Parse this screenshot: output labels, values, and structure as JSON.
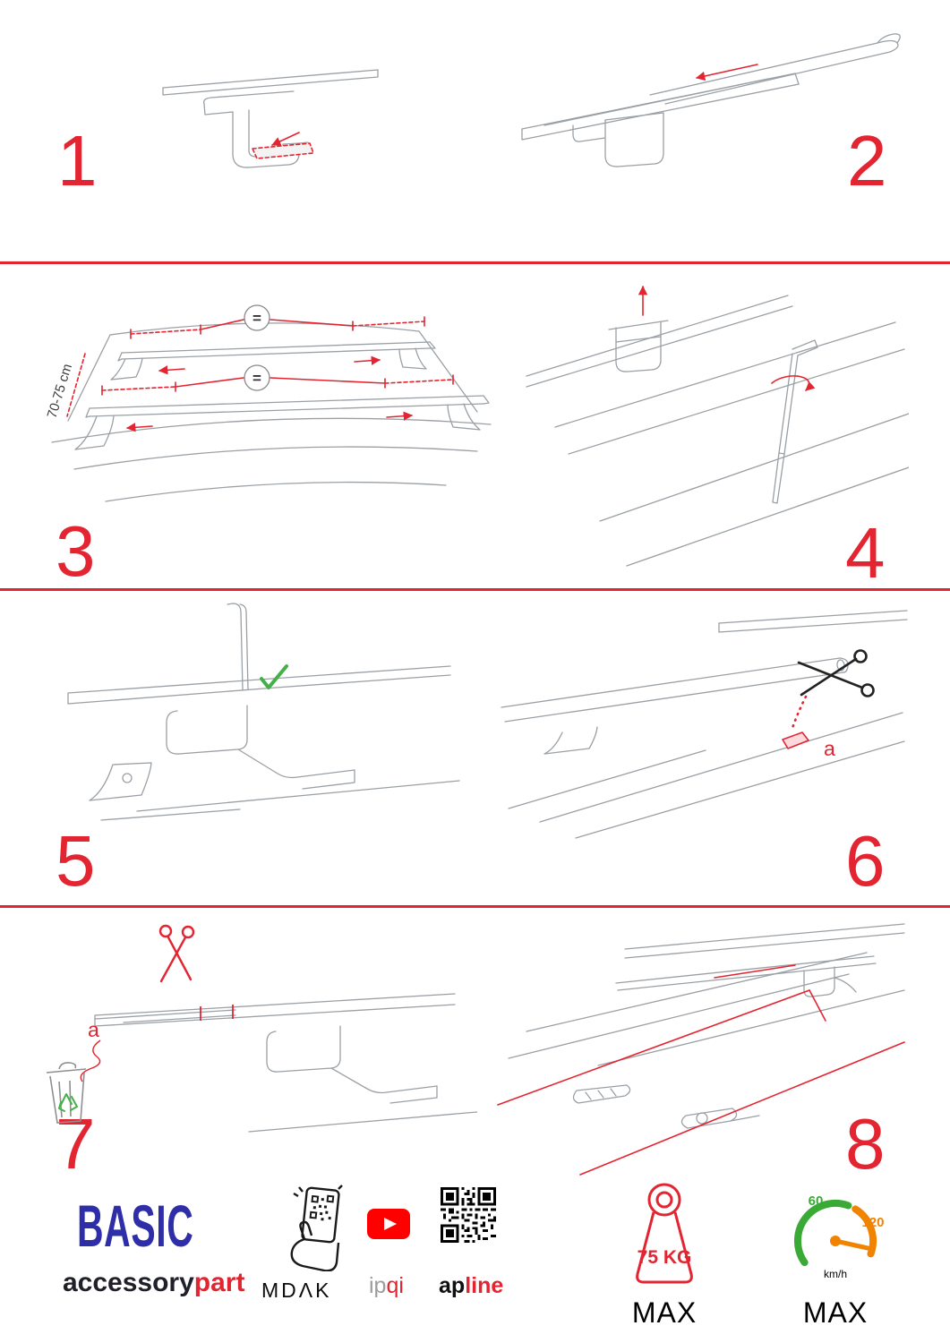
{
  "meta": {
    "accent_red": "#e32431",
    "brand_blue": "#2e2ea8",
    "check_green": "#43b049",
    "speed_green": "#3aa935",
    "speed_orange": "#f08300",
    "youtube_red": "#ff0000",
    "drawing_gray": "#9aa0a5"
  },
  "steps": {
    "s1": {
      "number": "1"
    },
    "s2": {
      "number": "2"
    },
    "s3": {
      "number": "3",
      "measure_label": "70-75 cm",
      "equal_top": "=",
      "equal_bottom": "="
    },
    "s4": {
      "number": "4"
    },
    "s5": {
      "number": "5"
    },
    "s6": {
      "number": "6",
      "cut_label": "a"
    },
    "s7": {
      "number": "7",
      "cut_label": "a"
    },
    "s8": {
      "number": "8"
    }
  },
  "footer": {
    "brand_title": "BASIC",
    "brand_word_dark": "accessory",
    "brand_word_red": "part",
    "partner_mdak": "MDΛK",
    "partner_ipqi_gray": "ip",
    "partner_ipqi_red": "qi",
    "partner_apline_dark": "ap",
    "partner_apline_red": "line",
    "weight_label": "75 KG",
    "weight_max": "MAX",
    "speed_min": "60",
    "speed_max_value": "120",
    "speed_unit": "km/h",
    "speed_max": "MAX"
  }
}
